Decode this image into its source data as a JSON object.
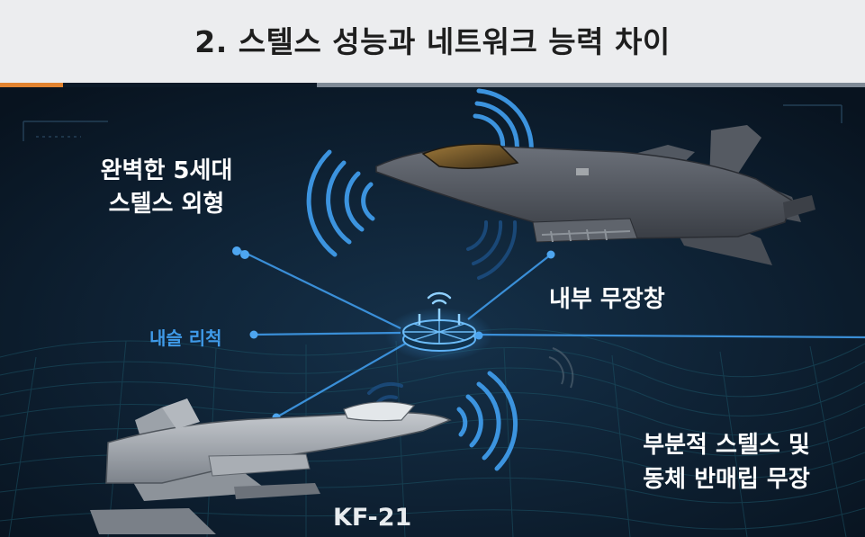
{
  "header": {
    "title": "2. 스텔스 성능과 네트워크 능력 차이"
  },
  "labels": {
    "f35_shape_line1": "완벽한 5세대",
    "f35_shape_line2": "스텔스 외형",
    "internal_bay": "내부 무장창",
    "network": "내슬 리척",
    "kf21_shape_line1": "부분적 스텔스 및",
    "kf21_shape_line2": "동체 반매립 무장",
    "kf21_name": "KF-21"
  },
  "colors": {
    "header_bg": "#ecedef",
    "accent_orange": "#e2832f",
    "network_blue": "#3f9ae8",
    "scene_bg": "#0c1a28"
  }
}
